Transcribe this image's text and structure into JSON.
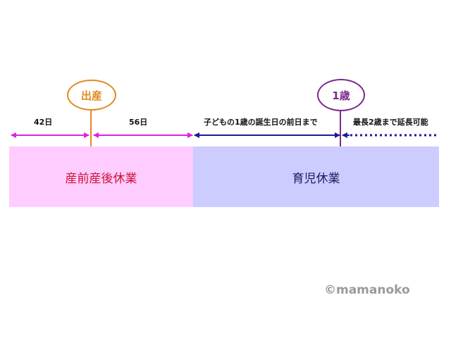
{
  "markers": {
    "birth": "出産",
    "age_one": "1歳"
  },
  "segments": {
    "prenatal_days": "42日",
    "postnatal_days": "56日",
    "until_day_before_first_birthday": "子どもの1歳の誕生日の前日まで",
    "max_extension": "最長2歳まで延長可能"
  },
  "blocks": {
    "maternity_leave": "産前産後休業",
    "childcare_leave": "育児休業"
  },
  "credit": "©mamanoko",
  "colors": {
    "birth_marker": "#e08a22",
    "age_marker": "#7a2a8e",
    "maternity_arrow": "#dd22dd",
    "childcare_arrow": "#1a1a99",
    "maternity_block": "#ffccff",
    "childcare_block": "#ccccff",
    "maternity_text": "#cc1133",
    "childcare_text": "#1a1a66"
  }
}
